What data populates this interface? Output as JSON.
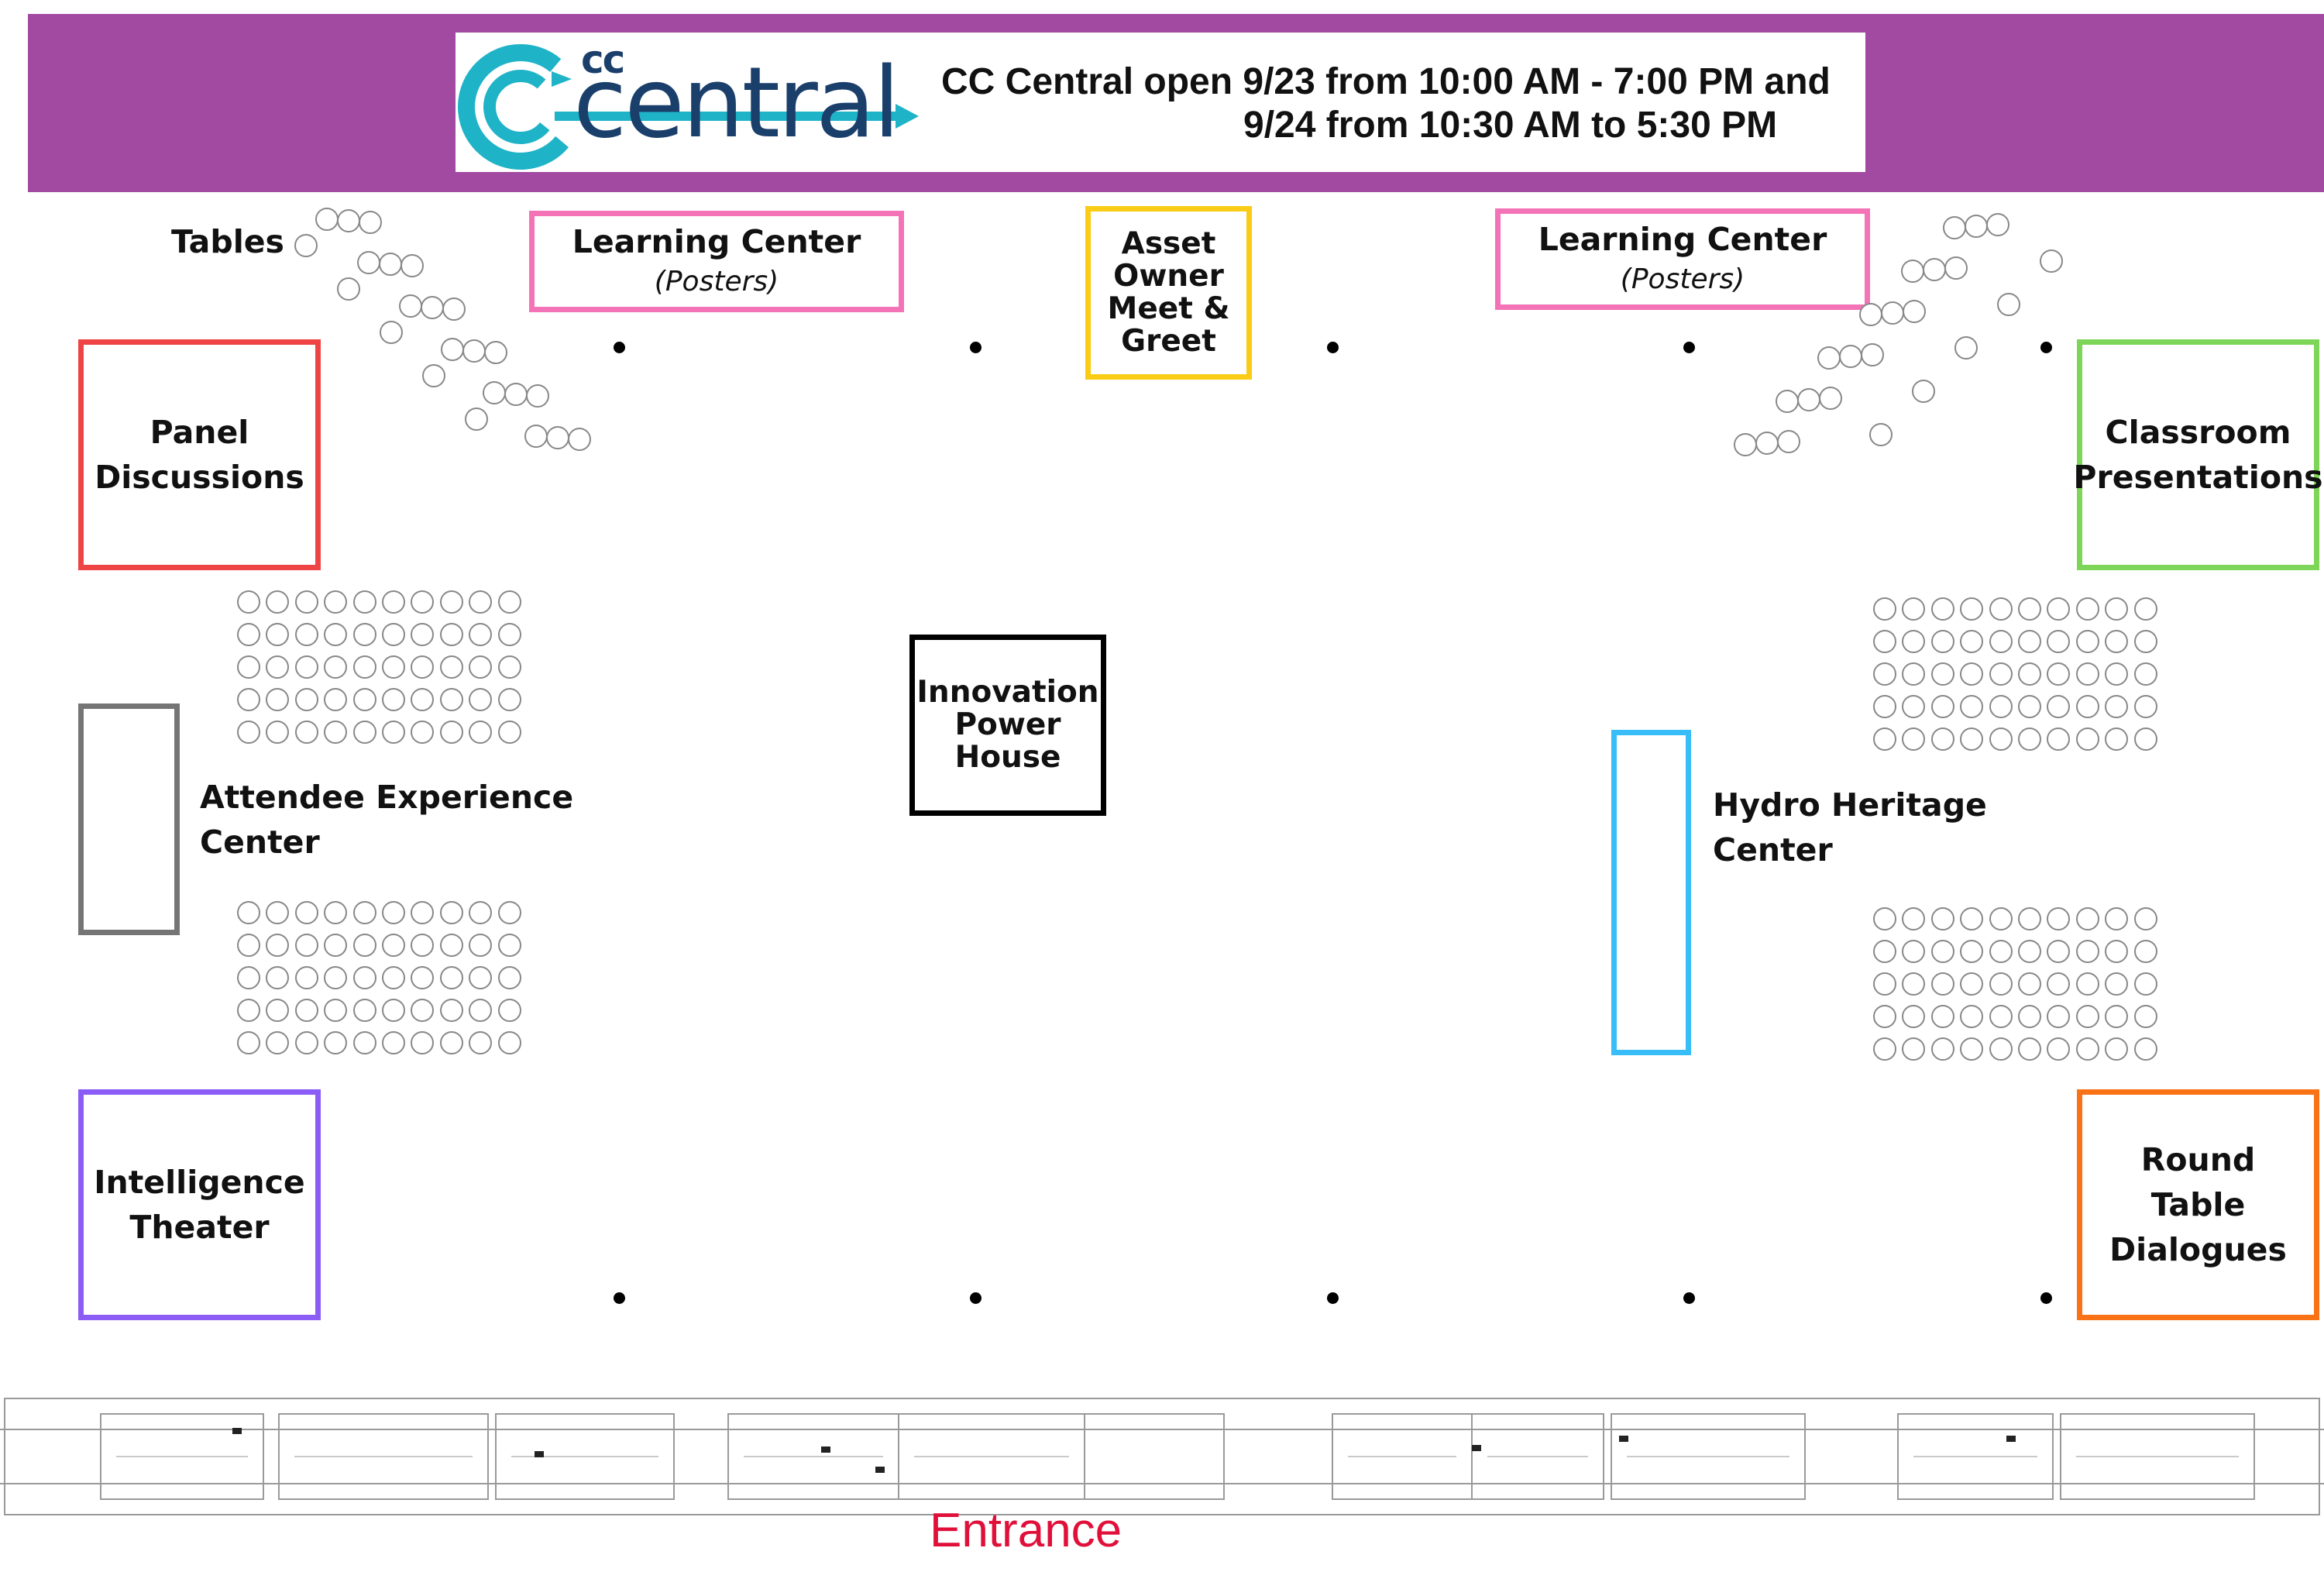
{
  "header": {
    "logo": {
      "cc": "cc",
      "wordmark": "central"
    },
    "hours_line1": "CC Central open 9/23 from 10:00 AM - 7:00 PM and",
    "hours_line2": "9/24 from 10:30 AM to 5:30 PM",
    "banner_color": "#a24aa2"
  },
  "zones": {
    "panel": {
      "line1": "Panel",
      "line2": "Discussions",
      "color": "#ef4444"
    },
    "learning_left": {
      "title": "Learning Center",
      "subtitle": "(Posters)",
      "color": "#f472b6"
    },
    "asset_owner": {
      "line1": "Asset",
      "line2": "Owner",
      "line3": "Meet &",
      "line4": "Greet",
      "color": "#facc15"
    },
    "learning_right": {
      "title": "Learning Center",
      "subtitle": "(Posters)",
      "color": "#f472b6"
    },
    "classroom": {
      "line1": "Classroom",
      "line2": "Presentations",
      "color": "#7dd657"
    },
    "innovation": {
      "line1": "Innovation",
      "line2": "Power",
      "line3": "House",
      "color": "#000000"
    },
    "attendee": {
      "line1": "Attendee Experience",
      "line2": "Center",
      "color": "#757575"
    },
    "hydro": {
      "line1": "Hydro Heritage",
      "line2": "Center",
      "color": "#38bdf8"
    },
    "intelligence": {
      "line1": "Intelligence",
      "line2": "Theater",
      "color": "#8b5cf6"
    },
    "round_table": {
      "line1": "Round",
      "line2": "Table",
      "line3": "Dialogues",
      "color": "#f97316"
    }
  },
  "labels": {
    "tables": "Tables",
    "entrance": "Entrance"
  },
  "colors": {
    "entrance": "#e0103a",
    "logo_teal": "#1fb3c8",
    "logo_navy": "#1b3f6b"
  }
}
